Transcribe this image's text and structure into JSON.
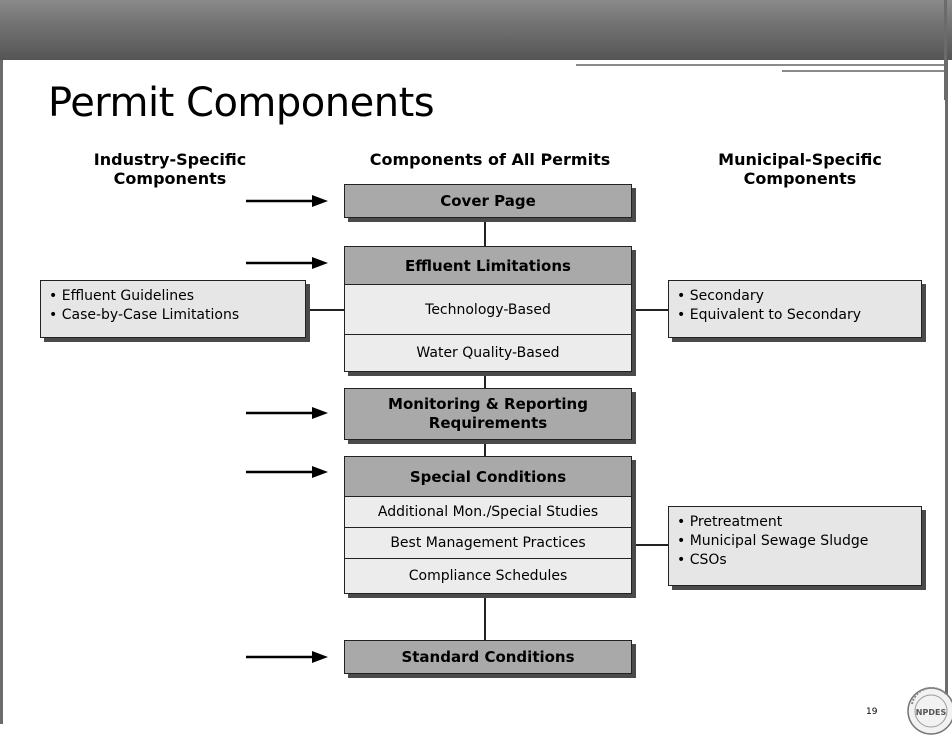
{
  "slide": {
    "title": "Permit Components",
    "page_number": "19"
  },
  "columns": {
    "left": [
      "Industry-Specific",
      "Components"
    ],
    "center": [
      "Components of All Permits"
    ],
    "right": [
      "Municipal-Specific",
      "Components"
    ]
  },
  "components": {
    "cover_page": "Cover Page",
    "effluent": {
      "header": "Effluent Limitations",
      "rows": [
        "Technology-Based",
        "Water Quality-Based"
      ]
    },
    "monitoring": [
      "Monitoring & Reporting",
      "Requirements"
    ],
    "special": {
      "header": "Special Conditions",
      "rows": [
        "Additional Mon./Special Studies",
        "Best Management Practices",
        "Compliance Schedules"
      ]
    },
    "standard": "Standard Conditions"
  },
  "side_boxes": {
    "industry_effluent": [
      "Effluent Guidelines",
      "Case-by-Case Limitations"
    ],
    "municipal_effluent": [
      "Secondary",
      "Equivalent to Secondary"
    ],
    "municipal_special": [
      "Pretreatment",
      "Municipal Sewage Sludge",
      "CSOs"
    ]
  },
  "logo": {
    "text": "NPDES",
    "ring_text": "...ts for Clean..."
  }
}
